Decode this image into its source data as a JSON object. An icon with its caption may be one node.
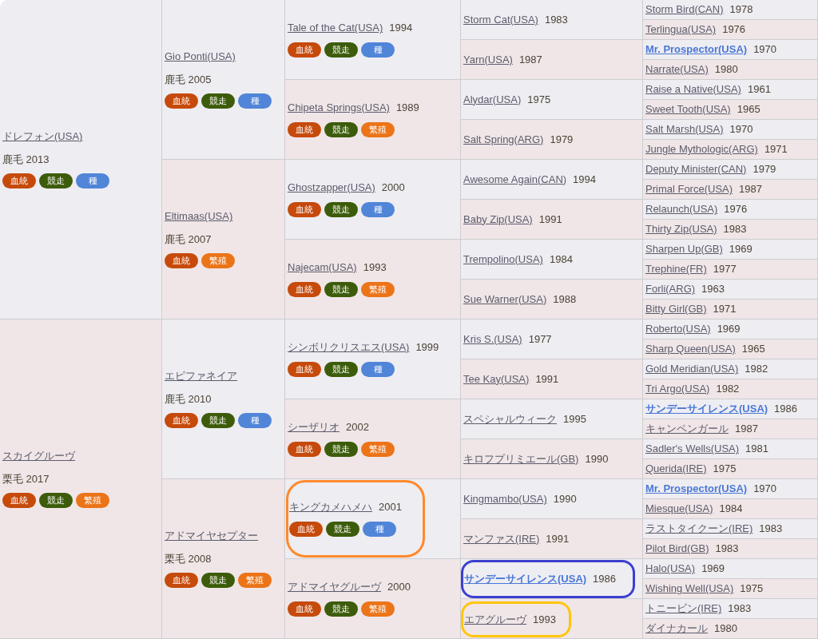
{
  "diagram": {
    "nodes": [
      {
        "text": [
          "ドレフォン(USA)",
          "鹿毛 2013"
        ]
      },
      {
        "text": [
          "血統"
        ],
        "in": 0
      },
      {
        "text": [
          "競走"
        ],
        "in": 0
      },
      {
        "text": [
          "種"
        ],
        "in": 0
      },
      {
        "text": [
          "Gio Ponti(USA)",
          "鹿毛 2005"
        ]
      },
      {
        "text": [
          "血統"
        ],
        "in": 4
      },
      {
        "text": [
          "競走"
        ],
        "in": 4
      },
      {
        "text": [
          "種"
        ],
        "in": 4
      },
      {
        "text": [
          "Tale of the Cat(USA)",
          "1994"
        ]
      },
      {
        "text": [
          "血統"
        ],
        "in": 8
      },
      {
        "text": [
          "競走"
        ],
        "in": 8
      },
      {
        "text": [
          "種"
        ],
        "in": 8
      },
      {
        "text": [
          "Storm Cat(USA)",
          "1983"
        ]
      },
      {
        "text": [
          "Storm Bird(CAN)",
          "1978"
        ]
      },
      {
        "text": [
          "Terlingua(USA)",
          "1976"
        ]
      },
      {
        "text": [
          "Yarn(USA)",
          "1987"
        ]
      },
      {
        "text": [
          "Mr. Prospector(USA)",
          "1970"
        ]
      },
      {
        "text": [
          "Narrate(USA)",
          "1980"
        ]
      },
      {
        "text": [
          "Chipeta Springs(USA)",
          "1989"
        ]
      },
      {
        "text": [
          "血統"
        ],
        "in": 18
      },
      {
        "text": [
          "競走"
        ],
        "in": 18
      },
      {
        "text": [
          "繁殖"
        ],
        "in": 18
      },
      {
        "text": [
          "Alydar(USA)",
          "1975"
        ]
      },
      {
        "text": [
          "Raise a Native(USA)",
          "1961"
        ]
      },
      {
        "text": [
          "Sweet Tooth(USA)",
          "1965"
        ]
      },
      {
        "text": [
          "Salt Spring(ARG)",
          "1979"
        ]
      },
      {
        "text": [
          "Salt Marsh(USA)",
          "1970"
        ]
      },
      {
        "text": [
          "Jungle Mythologic(ARG)",
          "1971"
        ]
      },
      {
        "text": [
          "Eltimaas(USA)",
          "鹿毛 2007"
        ]
      },
      {
        "text": [
          "血統"
        ],
        "in": 28
      },
      {
        "text": [
          "繁殖"
        ],
        "in": 28
      },
      {
        "text": [
          "Ghostzapper(USA)",
          "2000"
        ]
      },
      {
        "text": [
          "血統"
        ],
        "in": 31
      },
      {
        "text": [
          "競走"
        ],
        "in": 31
      },
      {
        "text": [
          "種"
        ],
        "in": 31
      },
      {
        "text": [
          "Awesome Again(CAN)",
          "1994"
        ]
      },
      {
        "text": [
          "Deputy Minister(CAN)",
          "1979"
        ]
      },
      {
        "text": [
          "Primal Force(USA)",
          "1987"
        ]
      },
      {
        "text": [
          "Baby Zip(USA)",
          "1991"
        ]
      },
      {
        "text": [
          "Relaunch(USA)",
          "1976"
        ]
      },
      {
        "text": [
          "Thirty Zip(USA)",
          "1983"
        ]
      },
      {
        "text": [
          "Najecam(USA)",
          "1993"
        ]
      },
      {
        "text": [
          "血統"
        ],
        "in": 41
      },
      {
        "text": [
          "競走"
        ],
        "in": 41
      },
      {
        "text": [
          "繁殖"
        ],
        "in": 41
      },
      {
        "text": [
          "Trempolino(USA)",
          "1984"
        ]
      },
      {
        "text": [
          "Sharpen Up(GB)",
          "1969"
        ]
      },
      {
        "text": [
          "Trephine(FR)",
          "1977"
        ]
      },
      {
        "text": [
          "Sue Warner(USA)",
          "1988"
        ]
      },
      {
        "text": [
          "Forli(ARG)",
          "1963"
        ]
      },
      {
        "text": [
          "Bitty Girl(GB)",
          "1971"
        ]
      },
      {
        "text": [
          "スカイグルーヴ",
          "栗毛 2017"
        ]
      },
      {
        "text": [
          "血統"
        ],
        "in": 51
      },
      {
        "text": [
          "競走"
        ],
        "in": 51
      },
      {
        "text": [
          "繁殖"
        ],
        "in": 51
      },
      {
        "text": [
          "エピファネイア",
          "鹿毛 2010"
        ]
      },
      {
        "text": [
          "血統"
        ],
        "in": 55
      },
      {
        "text": [
          "競走"
        ],
        "in": 55
      },
      {
        "text": [
          "種"
        ],
        "in": 55
      },
      {
        "text": [
          "シンボリクリスエス(USA)",
          "1999"
        ]
      },
      {
        "text": [
          "血統"
        ],
        "in": 59
      },
      {
        "text": [
          "競走"
        ],
        "in": 59
      },
      {
        "text": [
          "種"
        ],
        "in": 59
      },
      {
        "text": [
          "Kris S.(USA)",
          "1977"
        ]
      },
      {
        "text": [
          "Roberto(USA)",
          "1969"
        ]
      },
      {
        "text": [
          "Sharp Queen(USA)",
          "1965"
        ]
      },
      {
        "text": [
          "Tee Kay(USA)",
          "1991"
        ]
      },
      {
        "text": [
          "Gold Meridian(USA)",
          "1982"
        ]
      },
      {
        "text": [
          "Tri Argo(USA)",
          "1982"
        ]
      },
      {
        "text": [
          "シーザリオ",
          "2002"
        ]
      },
      {
        "text": [
          "血統"
        ],
        "in": 69
      },
      {
        "text": [
          "競走"
        ],
        "in": 69
      },
      {
        "text": [
          "繁殖"
        ],
        "in": 69
      },
      {
        "text": [
          "スペシャルウィーク",
          "1995"
        ]
      },
      {
        "text": [
          "サンデーサイレンス(USA)",
          "1986"
        ]
      },
      {
        "text": [
          "キャンペンガール",
          "1987"
        ]
      },
      {
        "text": [
          "キロフプリミエール(GB)",
          "1990"
        ]
      },
      {
        "text": [
          "Sadler's Wells(USA)",
          "1981"
        ]
      },
      {
        "text": [
          "Querida(IRE)",
          "1975"
        ]
      },
      {
        "text": [
          "アドマイヤセプター",
          "栗毛 2008"
        ]
      },
      {
        "text": [
          "血統"
        ],
        "in": 79
      },
      {
        "text": [
          "競走"
        ],
        "in": 79
      },
      {
        "text": [
          "繁殖"
        ],
        "in": 79
      },
      {
        "text": [],
        "shape": "box"
      },
      {
        "text": [
          "キングカメハメハ",
          "2001"
        ],
        "in": 83
      },
      {
        "text": [
          "血統"
        ],
        "in": 84
      },
      {
        "text": [
          "競走"
        ],
        "in": 84
      },
      {
        "text": [
          "種"
        ],
        "in": 84
      },
      {
        "text": [
          "Kingmambo(USA)",
          "1990"
        ]
      },
      {
        "text": [
          "Mr. Prospector(USA)",
          "1970"
        ]
      },
      {
        "text": [
          "Miesque(USA)",
          "1984"
        ]
      },
      {
        "text": [
          "マンファス(IRE)",
          "1991"
        ]
      },
      {
        "text": [
          "ラストタイクーン(IRE)",
          "1983"
        ]
      },
      {
        "text": [
          "Pilot Bird(GB)",
          "1983"
        ]
      },
      {
        "text": [
          "アドマイヤグルーヴ",
          "2000"
        ]
      },
      {
        "text": [
          "血統"
        ],
        "in": 94
      },
      {
        "text": [
          "競走"
        ],
        "in": 94
      },
      {
        "text": [
          "繁殖"
        ],
        "in": 94
      },
      {
        "text": [],
        "shape": "box"
      },
      {
        "text": [
          "サンデーサイレンス(USA)",
          "1986"
        ],
        "in": 98
      },
      {
        "text": [
          "Halo(USA)",
          "1969"
        ]
      },
      {
        "text": [
          "Wishing Well(USA)",
          "1975"
        ]
      },
      {
        "text": [],
        "shape": "box"
      },
      {
        "text": [
          "エアグルーヴ",
          "1993"
        ],
        "in": 102
      },
      {
        "text": [
          "トニービン(IRE)",
          "1983"
        ]
      },
      {
        "text": [
          "ダイナカール",
          "1980"
        ]
      }
    ]
  }
}
